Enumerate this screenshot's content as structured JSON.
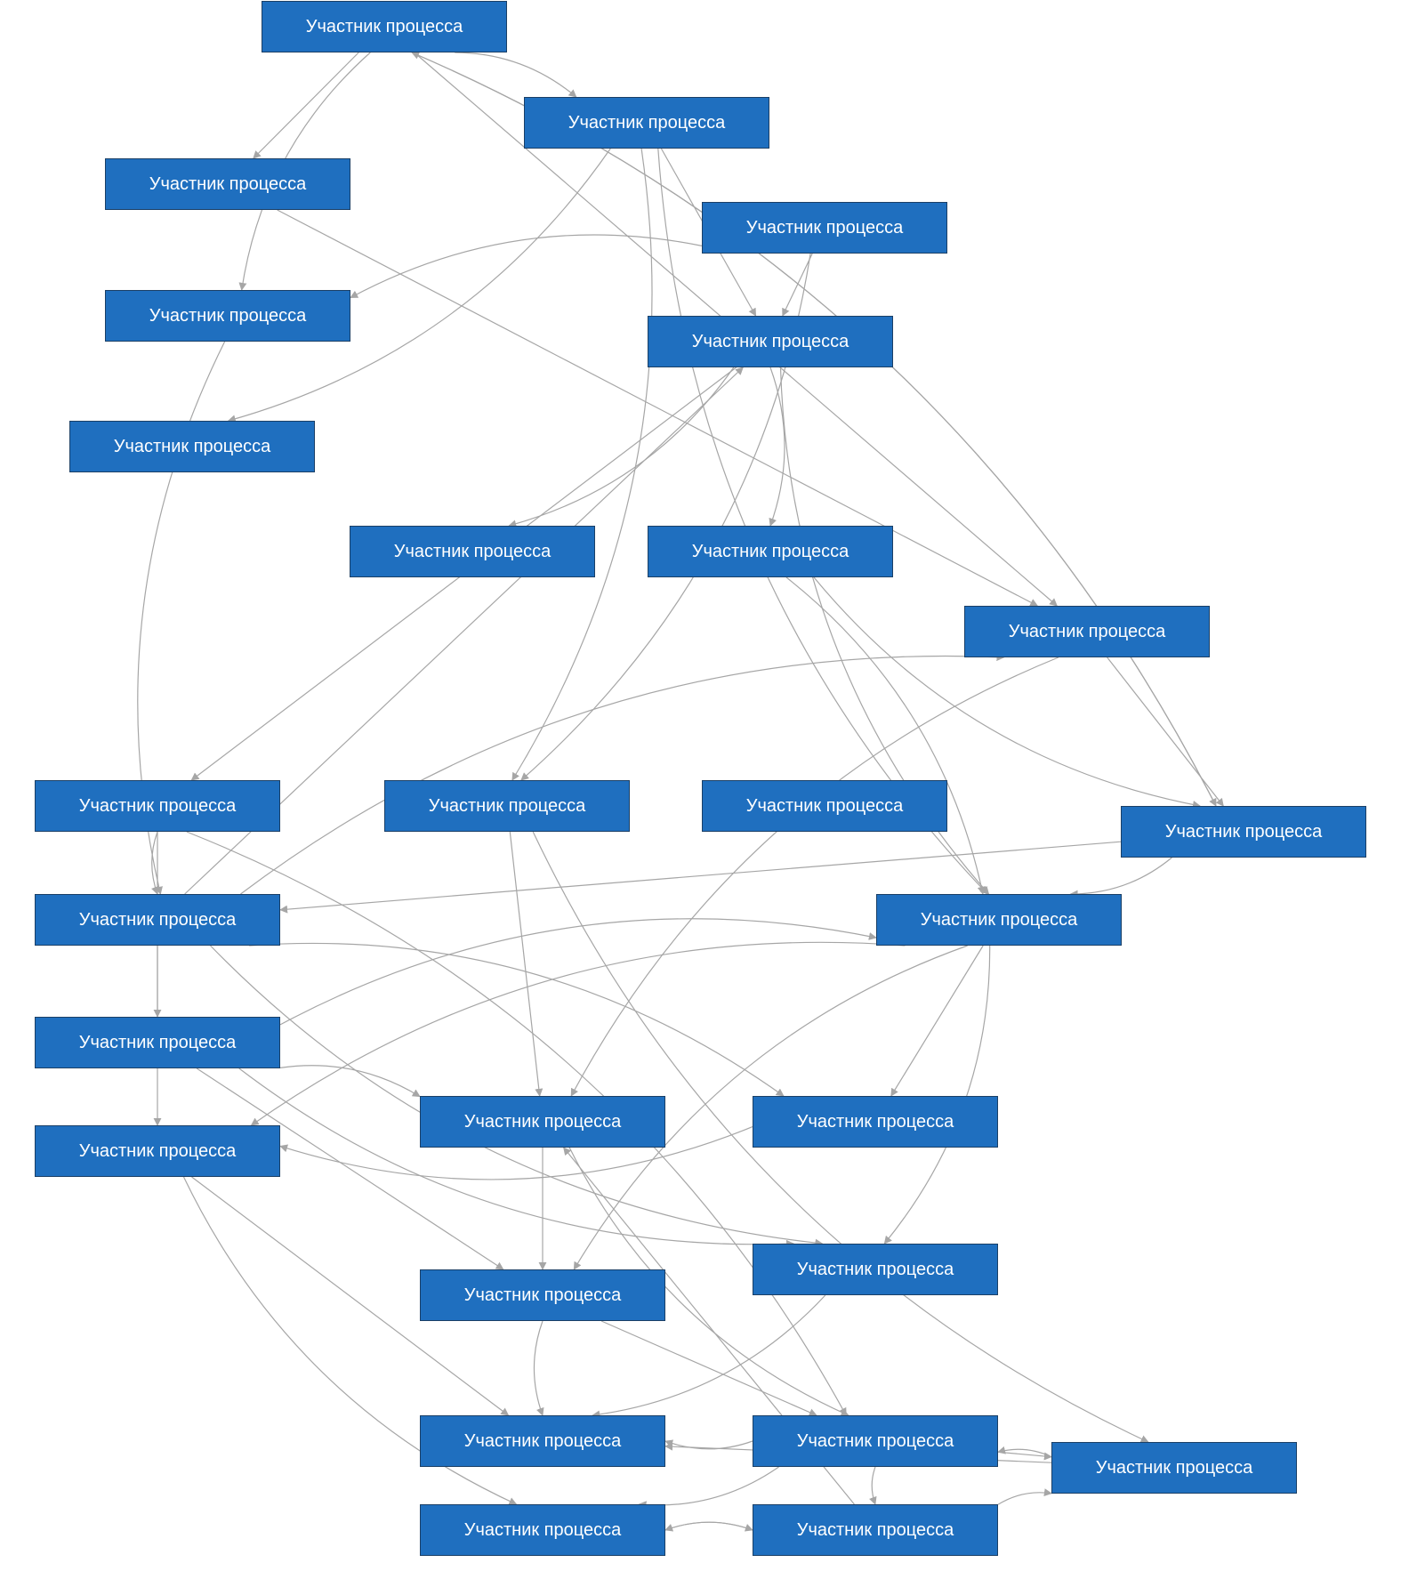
{
  "node_label": "Участник процесса",
  "colors": {
    "node_fill": "#1f6fbf",
    "node_border": "#1a3f66",
    "node_text": "#ffffff",
    "edge": "#a6a6a6"
  },
  "nodes": [
    {
      "id": "n1"
    },
    {
      "id": "n2"
    },
    {
      "id": "n3"
    },
    {
      "id": "n4"
    },
    {
      "id": "n5"
    },
    {
      "id": "n6"
    },
    {
      "id": "n7"
    },
    {
      "id": "n8"
    },
    {
      "id": "n9"
    },
    {
      "id": "n10"
    },
    {
      "id": "n11"
    },
    {
      "id": "n12"
    },
    {
      "id": "n13"
    },
    {
      "id": "n14"
    },
    {
      "id": "n15"
    },
    {
      "id": "n16"
    },
    {
      "id": "n17"
    },
    {
      "id": "n18"
    },
    {
      "id": "n19"
    },
    {
      "id": "n20"
    },
    {
      "id": "n21"
    },
    {
      "id": "n22"
    },
    {
      "id": "n23"
    },
    {
      "id": "n24"
    },
    {
      "id": "n25"
    },
    {
      "id": "n26"
    },
    {
      "id": "n27"
    }
  ],
  "edges": [
    {
      "from": "n1",
      "to": "n2"
    },
    {
      "from": "n1",
      "to": "n3"
    },
    {
      "from": "n1",
      "to": "n4"
    },
    {
      "from": "n1",
      "to": "n14"
    },
    {
      "from": "n1",
      "to": "n10"
    },
    {
      "from": "n14",
      "to": "n1"
    },
    {
      "from": "n2",
      "to": "n7"
    },
    {
      "from": "n2",
      "to": "n6"
    },
    {
      "from": "n2",
      "to": "n15"
    },
    {
      "from": "n2",
      "to": "n12"
    },
    {
      "from": "n3",
      "to": "n10"
    },
    {
      "from": "n5",
      "to": "n4"
    },
    {
      "from": "n5",
      "to": "n12"
    },
    {
      "from": "n5",
      "to": "n6"
    },
    {
      "from": "n4",
      "to": "n16"
    },
    {
      "from": "n6",
      "to": "n9"
    },
    {
      "from": "n6",
      "to": "n11"
    },
    {
      "from": "n6",
      "to": "n15"
    },
    {
      "from": "n6",
      "to": "n8"
    },
    {
      "from": "n16",
      "to": "n6"
    },
    {
      "from": "n9",
      "to": "n14"
    },
    {
      "from": "n9",
      "to": "n15"
    },
    {
      "from": "n10",
      "to": "n14"
    },
    {
      "from": "n10",
      "to": "n18"
    },
    {
      "from": "n16",
      "to": "n10"
    },
    {
      "from": "n11",
      "to": "n17"
    },
    {
      "from": "n11",
      "to": "n16"
    },
    {
      "from": "n11",
      "to": "n23"
    },
    {
      "from": "n12",
      "to": "n18"
    },
    {
      "from": "n12",
      "to": "n25"
    },
    {
      "from": "n14",
      "to": "n15"
    },
    {
      "from": "n14",
      "to": "n16"
    },
    {
      "from": "n15",
      "to": "n20"
    },
    {
      "from": "n15",
      "to": "n21"
    },
    {
      "from": "n15",
      "to": "n19"
    },
    {
      "from": "n15",
      "to": "n22"
    },
    {
      "from": "n16",
      "to": "n19"
    },
    {
      "from": "n16",
      "to": "n20"
    },
    {
      "from": "n16",
      "to": "n21"
    },
    {
      "from": "n17",
      "to": "n15"
    },
    {
      "from": "n17",
      "to": "n22"
    },
    {
      "from": "n17",
      "to": "n21"
    },
    {
      "from": "n17",
      "to": "n18"
    },
    {
      "from": "n18",
      "to": "n22"
    },
    {
      "from": "n18",
      "to": "n23"
    },
    {
      "from": "n19",
      "to": "n20"
    },
    {
      "from": "n20",
      "to": "n24"
    },
    {
      "from": "n20",
      "to": "n26"
    },
    {
      "from": "n21",
      "to": "n24"
    },
    {
      "from": "n22",
      "to": "n23"
    },
    {
      "from": "n22",
      "to": "n24"
    },
    {
      "from": "n23",
      "to": "n24"
    },
    {
      "from": "n23",
      "to": "n25"
    },
    {
      "from": "n23",
      "to": "n27"
    },
    {
      "from": "n23",
      "to": "n26"
    },
    {
      "from": "n25",
      "to": "n24"
    },
    {
      "from": "n25",
      "to": "n23"
    },
    {
      "from": "n27",
      "to": "n25"
    },
    {
      "from": "n27",
      "to": "n18"
    },
    {
      "from": "n27",
      "to": "n26"
    },
    {
      "from": "n26",
      "to": "n27"
    }
  ]
}
